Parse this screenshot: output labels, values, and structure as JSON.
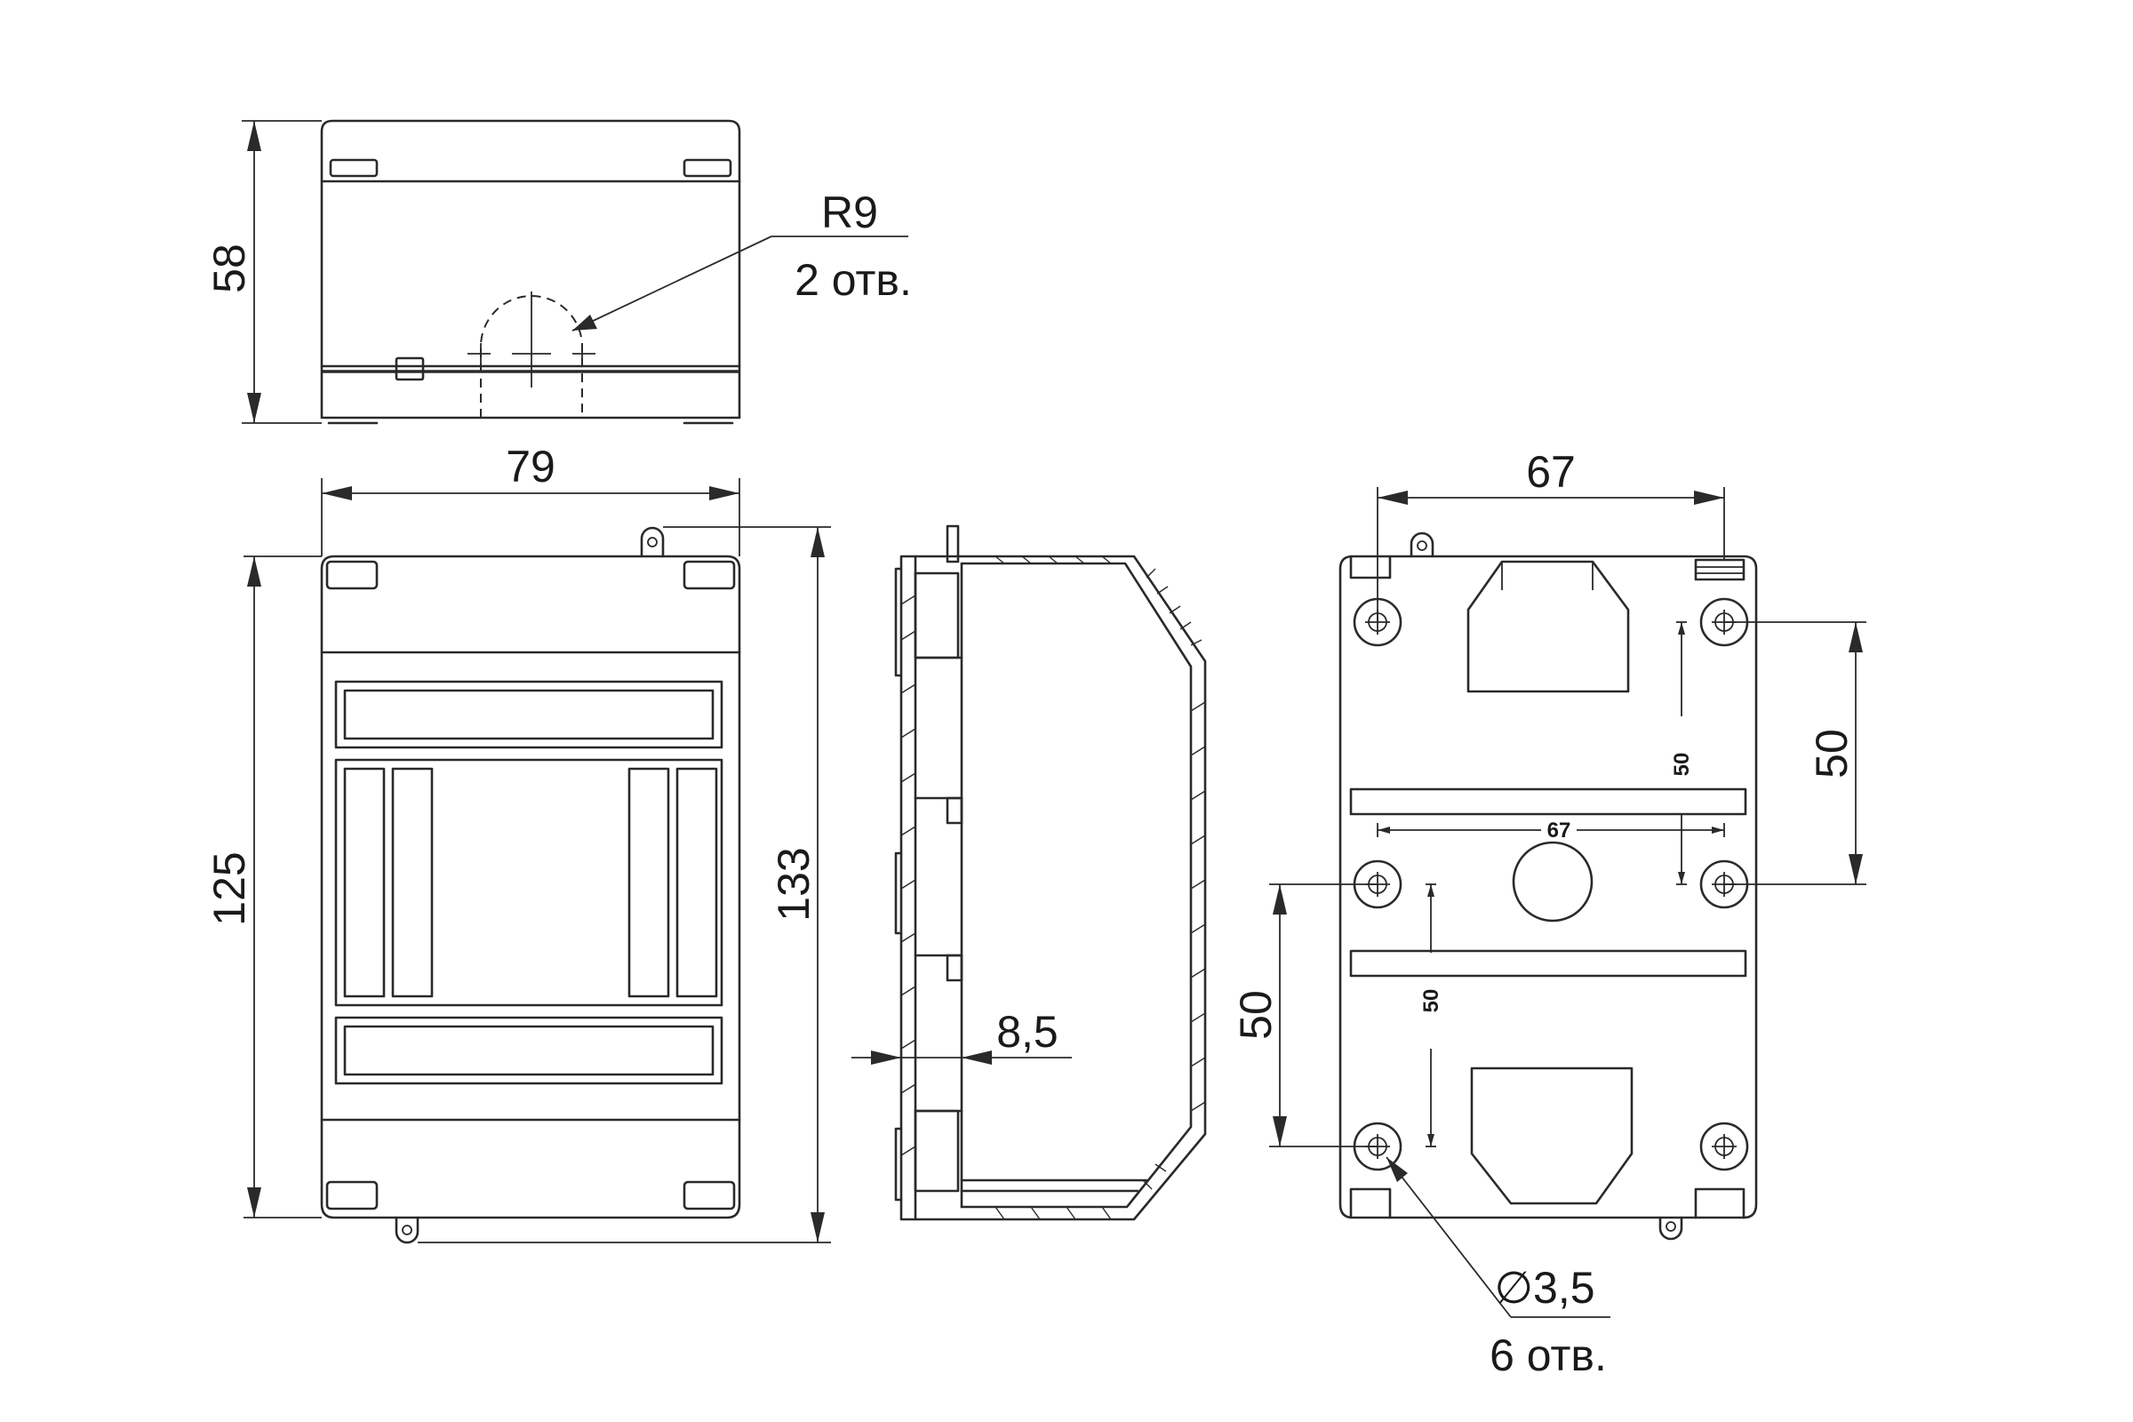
{
  "dimensions": {
    "top_height": "58",
    "width_79": "79",
    "height_125": "125",
    "height_133": "133",
    "wall_8_5": "8,5",
    "width_67": "67",
    "vert_50_right": "50",
    "vert_50_left": "50",
    "inner_67": "67",
    "inner_50_upper": "50",
    "inner_50_lower": "50"
  },
  "callouts": {
    "radius": "R9",
    "radius_count": "2 отв.",
    "hole_diameter": "∅3,5",
    "hole_count": "6 отв."
  }
}
